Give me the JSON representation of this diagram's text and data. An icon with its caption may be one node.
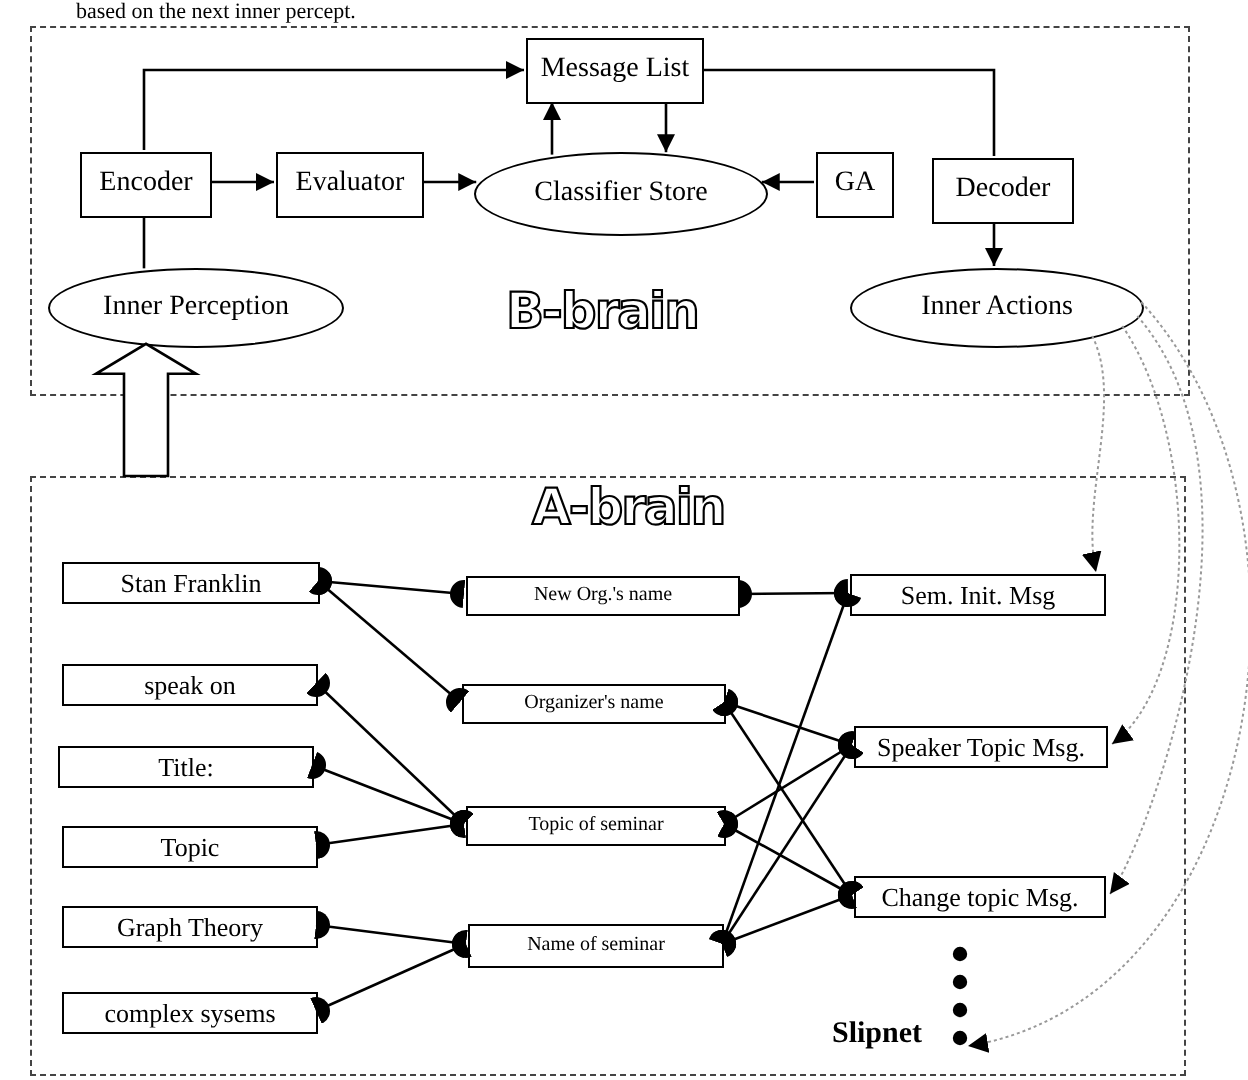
{
  "diagram": {
    "nodes": [
      {
        "text": [
          "B-brain"
        ]
      },
      {
        "text": [
          "Message List"
        ],
        "in": 0
      },
      {
        "text": [
          "Encoder"
        ],
        "in": 0
      },
      {
        "text": [
          "Evaluator"
        ],
        "in": 0
      },
      {
        "text": [
          "Classifier Store"
        ],
        "in": 0
      },
      {
        "text": [
          "GA"
        ],
        "in": 0
      },
      {
        "text": [
          "Decoder"
        ],
        "in": 0
      },
      {
        "text": [
          "Inner Perception"
        ],
        "in": 0
      },
      {
        "text": [
          "Inner Actions"
        ],
        "in": 0
      },
      {
        "text": [
          "A-brain",
          "Slipnet"
        ]
      },
      {
        "text": [
          "Stan Franklin"
        ],
        "in": 9
      },
      {
        "text": [
          "speak on"
        ],
        "in": 9
      },
      {
        "text": [
          "Title:"
        ],
        "in": 9
      },
      {
        "text": [
          "Topic"
        ],
        "in": 9
      },
      {
        "text": [
          "Graph Theory"
        ],
        "in": 9
      },
      {
        "text": [
          "complex sysems"
        ],
        "in": 9
      },
      {
        "text": [
          "New Org.'s name"
        ],
        "in": 9
      },
      {
        "text": [
          "Organizer's name"
        ],
        "in": 9
      },
      {
        "text": [
          "Topic of seminar"
        ],
        "in": 9
      },
      {
        "text": [
          "Name of seminar"
        ],
        "in": 9
      },
      {
        "text": [
          "Sem. Init. Msg"
        ],
        "in": 9
      },
      {
        "text": [
          "Speaker Topic Msg."
        ],
        "in": 9
      },
      {
        "text": [
          "Change topic Msg."
        ],
        "in": 9
      },
      {
        "text": [],
        "shape": "dots",
        "in": 9
      }
    ],
    "edges": [
      {
        "from": 2,
        "to": 1,
        "arrow": "to"
      },
      {
        "from": 2,
        "to": 3,
        "arrow": "to"
      },
      {
        "from": 3,
        "to": 4,
        "arrow": "to"
      },
      {
        "from": 4,
        "to": 1,
        "arrow": "to"
      },
      {
        "from": 1,
        "to": 4,
        "arrow": "to"
      },
      {
        "from": 5,
        "to": 4,
        "arrow": "to"
      },
      {
        "from": 1,
        "to": 6,
        "arrow": "none"
      },
      {
        "from": 6,
        "to": 8,
        "arrow": "to"
      },
      {
        "from": 2,
        "to": 7,
        "arrow": "none"
      },
      {
        "from": 9,
        "to": 7,
        "arrow": "to",
        "style": "thick"
      },
      {
        "from": 8,
        "to": 20,
        "arrow": "to",
        "style": "dashed",
        "color": "#999999"
      },
      {
        "from": 8,
        "to": 21,
        "arrow": "to",
        "style": "dashed",
        "color": "#999999"
      },
      {
        "from": 8,
        "to": 22,
        "arrow": "to",
        "style": "dashed",
        "color": "#999999"
      },
      {
        "from": 8,
        "to": 23,
        "arrow": "to",
        "style": "dashed",
        "color": "#999999"
      },
      {
        "from": 10,
        "to": 16,
        "arrow": "other"
      },
      {
        "from": 10,
        "to": 17,
        "arrow": "other"
      },
      {
        "from": 11,
        "to": 18,
        "arrow": "other"
      },
      {
        "from": 12,
        "to": 18,
        "arrow": "other"
      },
      {
        "from": 13,
        "to": 18,
        "arrow": "other"
      },
      {
        "from": 14,
        "to": 19,
        "arrow": "other"
      },
      {
        "from": 15,
        "to": 19,
        "arrow": "other"
      },
      {
        "from": 16,
        "to": 20,
        "arrow": "other"
      },
      {
        "from": 17,
        "to": 21,
        "arrow": "other"
      },
      {
        "from": 17,
        "to": 22,
        "arrow": "other"
      },
      {
        "from": 18,
        "to": 21,
        "arrow": "other"
      },
      {
        "from": 18,
        "to": 22,
        "arrow": "other"
      },
      {
        "from": 19,
        "to": 20,
        "arrow": "other"
      },
      {
        "from": 19,
        "to": 21,
        "arrow": "other"
      },
      {
        "from": 19,
        "to": 22,
        "arrow": "other"
      }
    ],
    "labels": [
      "based on the next inner percept."
    ]
  }
}
